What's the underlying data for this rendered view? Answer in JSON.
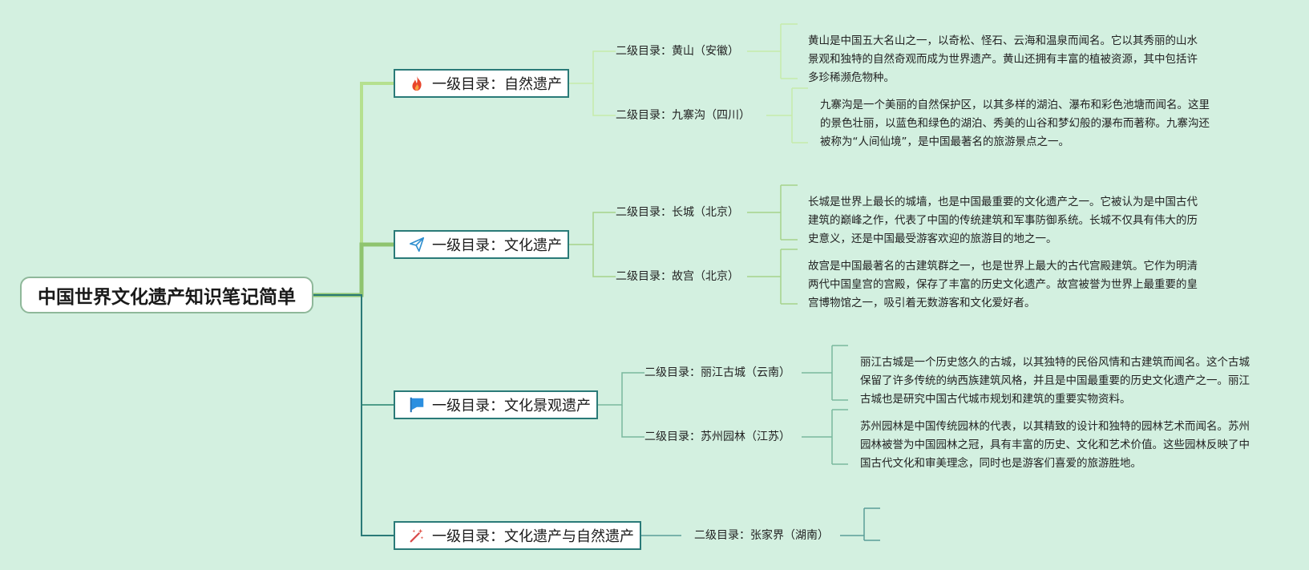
{
  "root": {
    "title": "中国世界文化遗产知识笔记简单"
  },
  "categories": [
    {
      "label": "一级目录：自然遗产",
      "icon": "fire-icon",
      "items": [
        {
          "label": "二级目录：黄山（安徽）",
          "desc": "黄山是中国五大名山之一，以奇松、怪石、云海和温泉而闻名。它以其秀丽的山水景观和独特的自然奇观而成为世界遗产。黄山还拥有丰富的植被资源，其中包括许多珍稀濒危物种。"
        },
        {
          "label": "二级目录：九寨沟（四川）",
          "desc": "九寨沟是一个美丽的自然保护区，以其多样的湖泊、瀑布和彩色池塘而闻名。这里的景色壮丽，以蓝色和绿色的湖泊、秀美的山谷和梦幻般的瀑布而著称。九寨沟还被称为“人间仙境”，是中国最著名的旅游景点之一。"
        }
      ]
    },
    {
      "label": "一级目录：文化遗产",
      "icon": "paper-plane-icon",
      "items": [
        {
          "label": "二级目录：长城（北京）",
          "desc": "长城是世界上最长的城墙，也是中国最重要的文化遗产之一。它被认为是中国古代建筑的巅峰之作，代表了中国的传统建筑和军事防御系统。长城不仅具有伟大的历史意义，还是中国最受游客欢迎的旅游目的地之一。"
        },
        {
          "label": "二级目录：故宫（北京）",
          "desc": "故宫是中国最著名的古建筑群之一，也是世界上最大的古代宫殿建筑。它作为明清两代中国皇宫的宫殿，保存了丰富的历史文化遗产。故宫被誉为世界上最重要的皇宫博物馆之一，吸引着无数游客和文化爱好者。"
        }
      ]
    },
    {
      "label": "一级目录：文化景观遗产",
      "icon": "flag-icon",
      "items": [
        {
          "label": "二级目录：丽江古城（云南）",
          "desc": "丽江古城是一个历史悠久的古城，以其独特的民俗风情和古建筑而闻名。这个古城保留了许多传统的纳西族建筑风格，并且是中国最重要的历史文化遗产之一。丽江古城也是研究中国古代城市规划和建筑的重要实物资料。"
        },
        {
          "label": "二级目录：苏州园林（江苏）",
          "desc": "苏州园林是中国传统园林的代表，以其精致的设计和独特的园林艺术而闻名。苏州园林被誉为中国园林之冠，具有丰富的历史、文化和艺术价值。这些园林反映了中国古代文化和审美理念，同时也是游客们喜爱的旅游胜地。"
        }
      ]
    },
    {
      "label": "一级目录：文化遗产与自然遗产",
      "icon": "magic-wand-icon",
      "items": [
        {
          "label": "二级目录：张家界（湖南）",
          "desc": ""
        }
      ]
    }
  ],
  "colors": {
    "background": "#d3f0e0",
    "branch_natural": "#b5e08f",
    "branch_cultural": "#8fc46f",
    "branch_landscape": "#4f9e8a",
    "branch_mixed": "#2a7a78",
    "node_border": "#2a7a78"
  }
}
